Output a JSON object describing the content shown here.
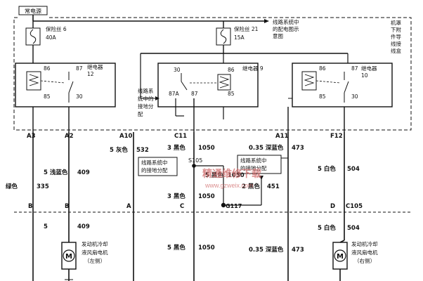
{
  "diagram": {
    "power_label": "常电源",
    "box_label": "机罩下附件导线接线盒",
    "fuses": [
      {
        "id": "fuse6",
        "label": "保险丝 6",
        "rating": "40A"
      },
      {
        "id": "fuse21",
        "label": "保险丝 21",
        "rating": "15A"
      }
    ],
    "relays": [
      {
        "id": "relay12",
        "label": "继电器",
        "number": "12",
        "pins": [
          "86",
          "87",
          "85",
          "30"
        ]
      },
      {
        "id": "relay9",
        "label": "继电器 9",
        "pins": [
          "30",
          "86",
          "87A",
          "87",
          "85"
        ]
      },
      {
        "id": "relay10",
        "label": "继电器",
        "number": "10",
        "pins": [
          "86",
          "87",
          "85",
          "30"
        ]
      }
    ],
    "notes": {
      "fuse_note": [
        "线路系统中",
        "的配电图示",
        "意图"
      ],
      "ground_note": [
        "线路系",
        "统中的",
        "接地分",
        "配"
      ],
      "ground_box1": [
        "线路系统中",
        "的接地分配"
      ],
      "ground_box2": [
        "线路系统中",
        "的接地分配"
      ]
    },
    "connectors_top": [
      "A3",
      "A2",
      "A10",
      "C11",
      "A11",
      "F12"
    ],
    "connectors_mid": [
      "B",
      "B",
      "A",
      "C",
      "D",
      "C105"
    ],
    "splice": "S105",
    "ground": "G117",
    "wires": {
      "w_532": {
        "color": "5 灰色",
        "circuit": "532"
      },
      "w_1050_a": {
        "color": "3 黑色",
        "circuit": "1050"
      },
      "w_473_a": {
        "color": "0.35 深蓝色",
        "circuit": "473"
      },
      "w_409_a": {
        "color": "5 浅蓝色",
        "circuit": "409"
      },
      "w_335": {
        "color": "绿色",
        "circuit": "335"
      },
      "w_1050_b": {
        "color": "5 黑色",
        "circuit": "1050"
      },
      "w_451": {
        "color": "2 黑色",
        "circuit": "451"
      },
      "w_1050_c": {
        "color": "3 黑色",
        "circuit": "1050"
      },
      "w_504_a": {
        "color": "5 白色",
        "circuit": "504"
      },
      "w_409_b": {
        "color": "5",
        "circuit": "409"
      },
      "w_1050_d": {
        "color": "5 黑色",
        "circuit": "1050"
      },
      "w_473_b": {
        "color": "0.35 深蓝色",
        "circuit": "473"
      },
      "w_504_b": {
        "color": "5 白色",
        "circuit": "504"
      }
    },
    "motors": [
      {
        "id": "motor_left",
        "symbol": "M",
        "label": [
          "发动机冷却",
          "液风扇电机",
          "（左侧）"
        ]
      },
      {
        "id": "motor_right",
        "symbol": "M",
        "label": [
          "发动机冷却",
          "液风扇电机",
          "（右侧）"
        ]
      }
    ],
    "watermark": {
      "title": "精通维修下载",
      "url": "www.gzweix.com"
    }
  }
}
